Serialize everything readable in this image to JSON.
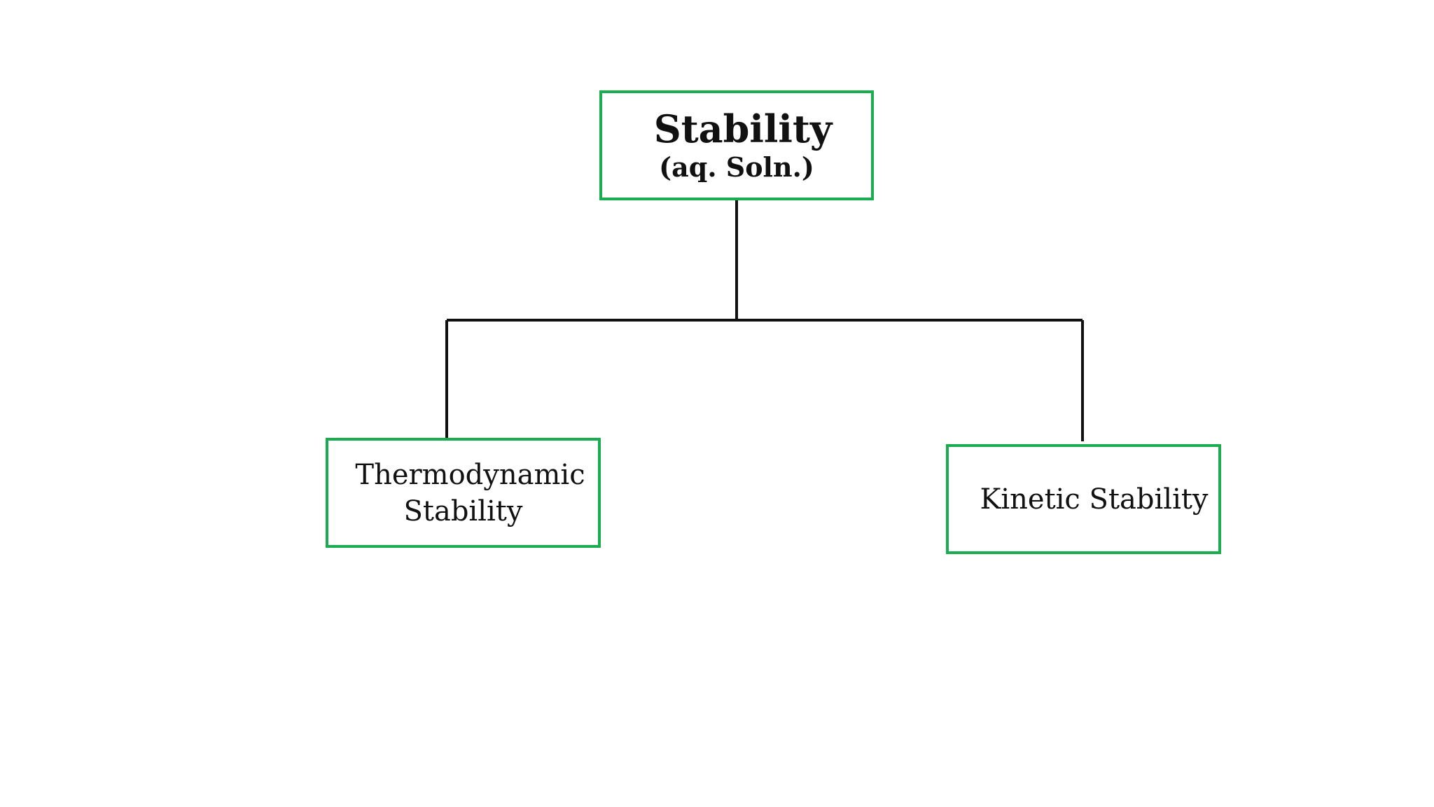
{
  "colors": {
    "box_border": "#1aad50",
    "connector": "#111111",
    "text": "#111111",
    "background": "#ffffff"
  },
  "diagram": {
    "root": {
      "title": "Stability",
      "subtitle": "(aq. Soln.)"
    },
    "children": [
      {
        "label_line1": "Thermodynamic",
        "label_line2": "Stability"
      },
      {
        "label": "Kinetic Stability"
      }
    ]
  }
}
